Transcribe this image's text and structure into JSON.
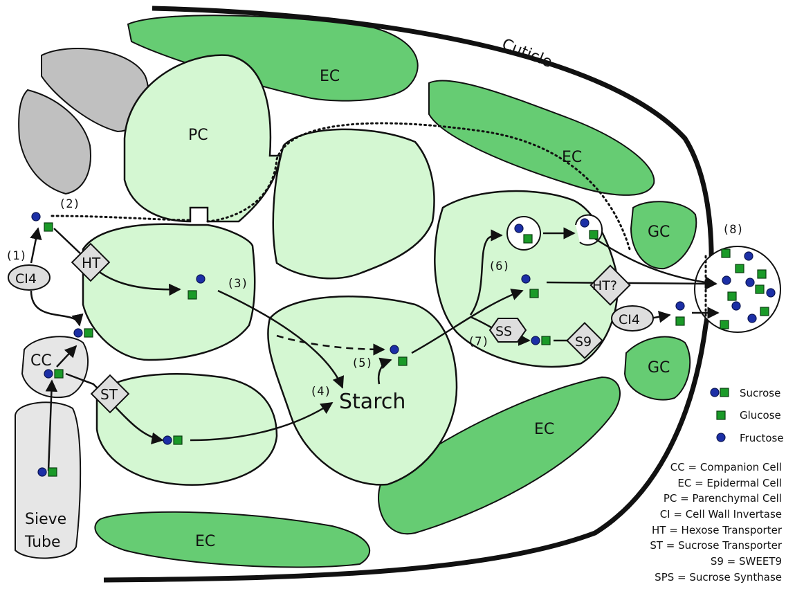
{
  "labels": {
    "cuticle": "Cuticle",
    "ec": "EC",
    "pc": "PC",
    "gc": "GC",
    "cc": "CC",
    "sieve_line1": "Sieve",
    "sieve_line2": "Tube",
    "starch": "Starch"
  },
  "transporters": {
    "ht": "HT",
    "ht_q": "HT?",
    "st": "ST",
    "ss": "SS",
    "s9": "S9",
    "ci4": "CI4"
  },
  "steps": [
    "(1)",
    "(2)",
    "(3)",
    "(4)",
    "(5)",
    "(6)",
    "(7)",
    "(8)"
  ],
  "legend": {
    "sucrose": "Sucrose",
    "glucose": "Glucose",
    "fructose": "Fructose"
  },
  "abbreviations": [
    "CC = Companion Cell",
    "EC = Epidermal Cell",
    "PC = Parenchymal Cell",
    "CI = Cell Wall Invertase",
    "HT = Hexose Transporter",
    "ST = Sucrose Transporter",
    "S9 = SWEET9",
    "SPS = Sucrose Synthase"
  ],
  "colors": {
    "parenchyma": "#d4f7d2",
    "epidermal": "#66cc73",
    "glucose": "#1a9a28",
    "fructose": "#1c2fa6"
  }
}
